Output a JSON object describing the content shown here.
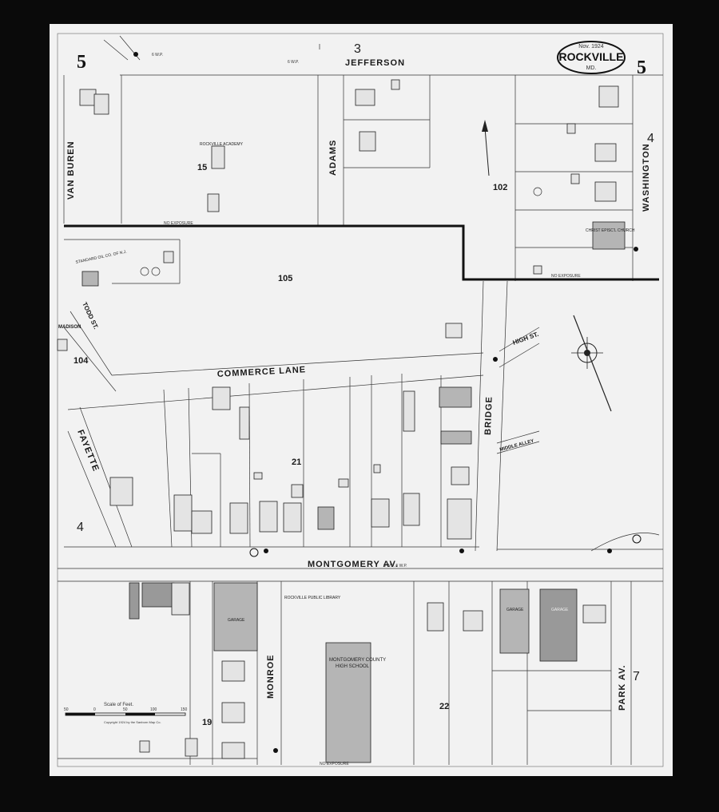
{
  "header": {
    "date": "Nov. 1924",
    "place": "ROCKVILLE",
    "state": "MD.",
    "sheet_number_left": "5",
    "sheet_number_right": "5",
    "adjoining_top": "3",
    "adjoining_right": "4",
    "adjoining_left_bottom": "4",
    "adjoining_right_bottom": "7"
  },
  "streets": {
    "jefferson": "JEFFERSON",
    "van_buren": "VAN BUREN",
    "adams": "ADAMS",
    "washington": "WASHINGTON",
    "commerce_lane": "COMMERCE LANE",
    "todd_st": "TODD ST.",
    "fayette": "FAYETTE",
    "bridge": "BRIDGE",
    "high_st": "HIGH ST.",
    "middle_alley": "MIDDLE ALLEY",
    "montgomery_av": "MONTGOMERY AV.",
    "monroe": "MONROE",
    "park_av": "PARK AV.",
    "madison": "MADISON"
  },
  "blocks": {
    "b15": "15",
    "b102": "102",
    "b105": "105",
    "b104": "104",
    "b21": "21",
    "b19": "19",
    "b22": "22"
  },
  "labels": {
    "rockville_academy": "ROCKVILLE ACADEMY",
    "christ_church": "CHRIST EPISC'L CHURCH",
    "standard_oil": "STANDARD OIL CO. OF N.J.",
    "garage_left": "GARAGE",
    "garage_mid": "GARAGE",
    "garage_right": "GARAGE",
    "public_library": "ROCKVILLE PUBLIC LIBRARY",
    "high_school_1": "MONTGOMERY COUNTY",
    "high_school_2": "HIGH SCHOOL",
    "no_exposure": "NO EXPOSURE",
    "fire_hydrant_1": "6 W.P.",
    "fire_hydrant_2": "6 W.P.",
    "montgomery_wp": "6 W.P. 5 W.P."
  },
  "scale": {
    "title": "Scale of Feet.",
    "ticks": [
      "50",
      "0",
      "50",
      "100",
      "150"
    ],
    "copyright": "Copyright 1924 by the Sanborn Map Co."
  },
  "colors": {
    "paper": "#f2f2f2",
    "frame": "#0a0a0a",
    "ink": "#1a1a1a",
    "brick": "#b5b5b5",
    "dark": "#999999"
  }
}
